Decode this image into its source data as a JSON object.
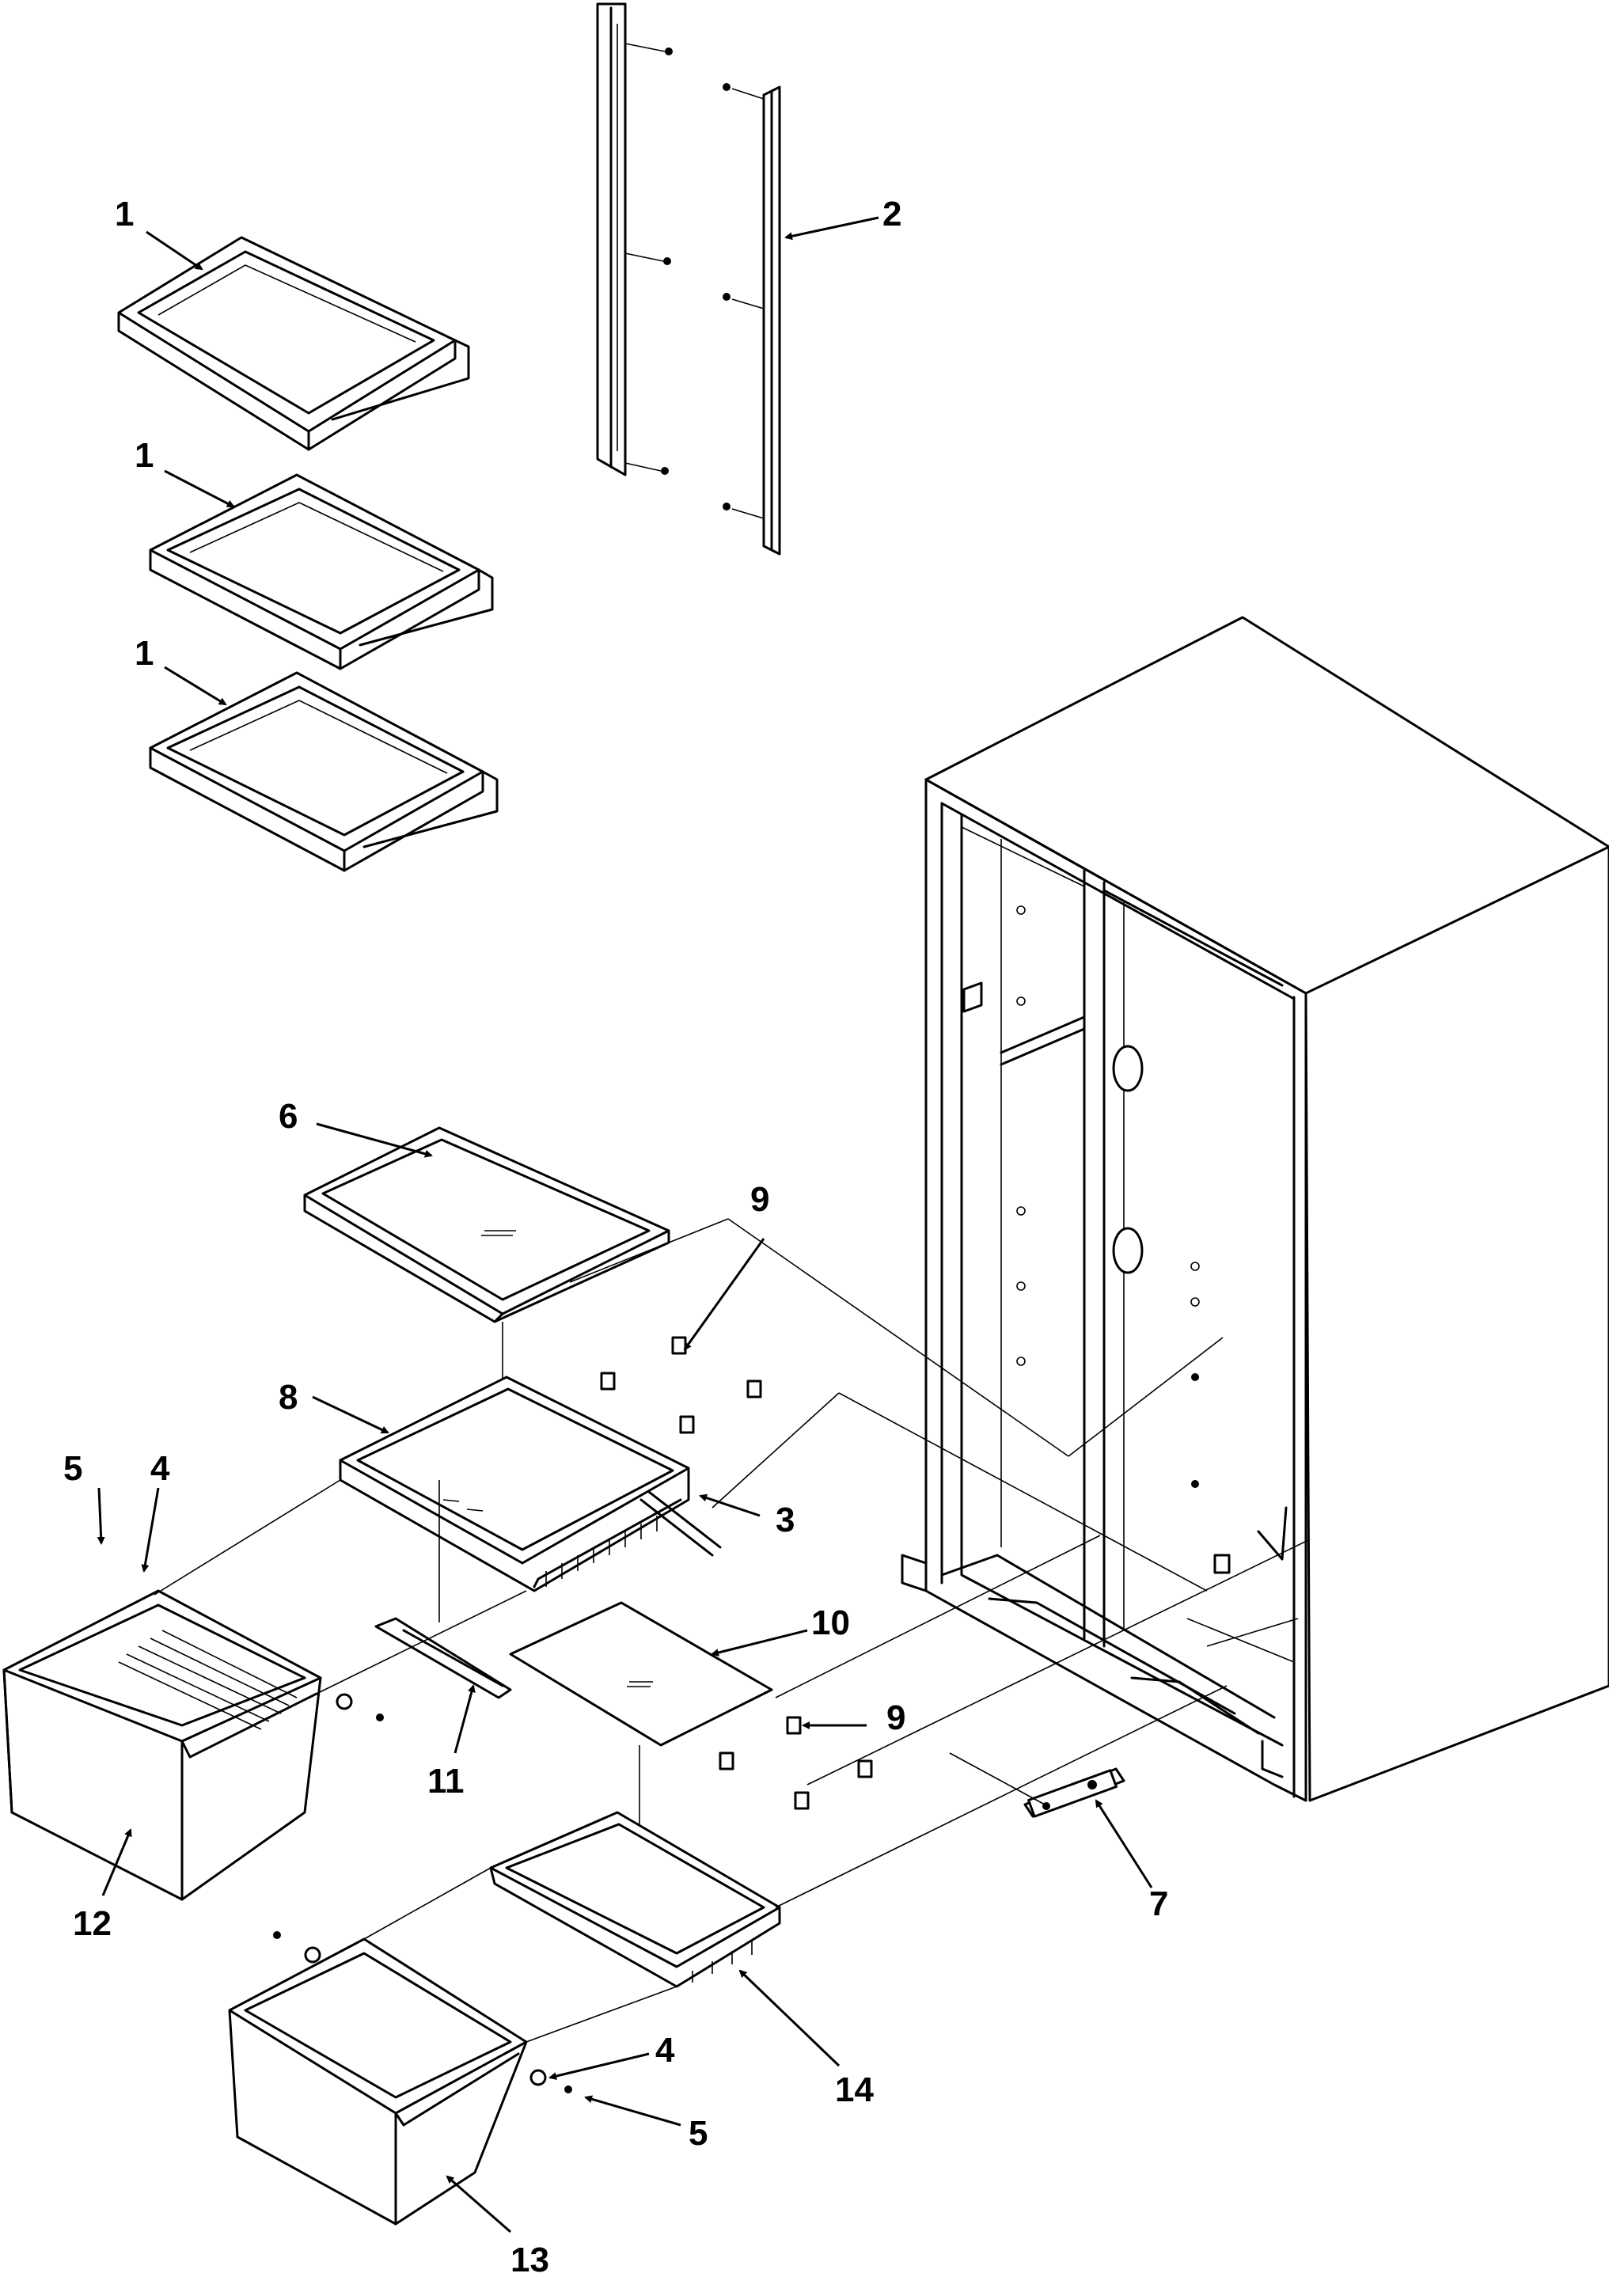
{
  "callouts": {
    "c1a": "1",
    "c1b": "1",
    "c1c": "1",
    "c2": "2",
    "c3": "3",
    "c4a": "4",
    "c4b": "4",
    "c5a": "5",
    "c5b": "5",
    "c6": "6",
    "c7": "7",
    "c8": "8",
    "c9a": "9",
    "c9b": "9",
    "c10": "10",
    "c11": "11",
    "c12": "12",
    "c13": "13",
    "c14": "14"
  }
}
